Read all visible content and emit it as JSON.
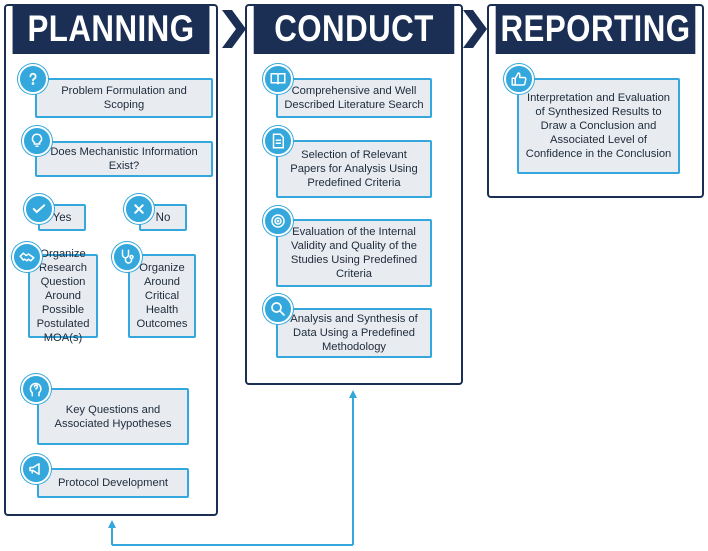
{
  "headers": {
    "planning": "PLANNING",
    "conduct": "CONDUCT",
    "reporting": "REPORTING"
  },
  "planning": {
    "problem": "Problem Formulation and Scoping",
    "mechanistic": "Does Mechanistic Information Exist?",
    "yes": "Yes",
    "no": "No",
    "organize_moa": "Organize Research Question Around Possible Postulated MOA(s)",
    "organize_health": "Organize Around Critical Health Outcomes",
    "key_questions": "Key Questions and Associated Hypotheses",
    "protocol": "Protocol Development"
  },
  "conduct": {
    "literature": "Comprehensive and Well Described Literature Search",
    "selection": "Selection of Relevant Papers for Analysis Using Predefined Criteria",
    "evaluation": "Evaluation of the Internal Validity and Quality of the Studies Using Predefined Criteria",
    "analysis": "Analysis and Synthesis of Data Using a Predefined Methodology"
  },
  "reporting": {
    "interpretation": "Interpretation and Evaluation of Synthesized Results to Draw a Conclusion and Associated Level of Confidence in the Conclusion"
  },
  "colors": {
    "navy": "#1b2f55",
    "accent": "#34a8dc",
    "box_fill": "#e8ecf0"
  },
  "icons": {
    "problem": "question-icon",
    "mechanistic": "lightbulb-icon",
    "yes": "check-icon",
    "no": "x-icon",
    "organize_moa": "handshake-icon",
    "organize_health": "stethoscope-icon",
    "key_questions": "head-question-icon",
    "protocol": "megaphone-icon",
    "literature": "book-icon",
    "selection": "document-icon",
    "evaluation": "target-icon",
    "analysis": "magnifier-icon",
    "interpretation": "thumbs-up-icon"
  }
}
